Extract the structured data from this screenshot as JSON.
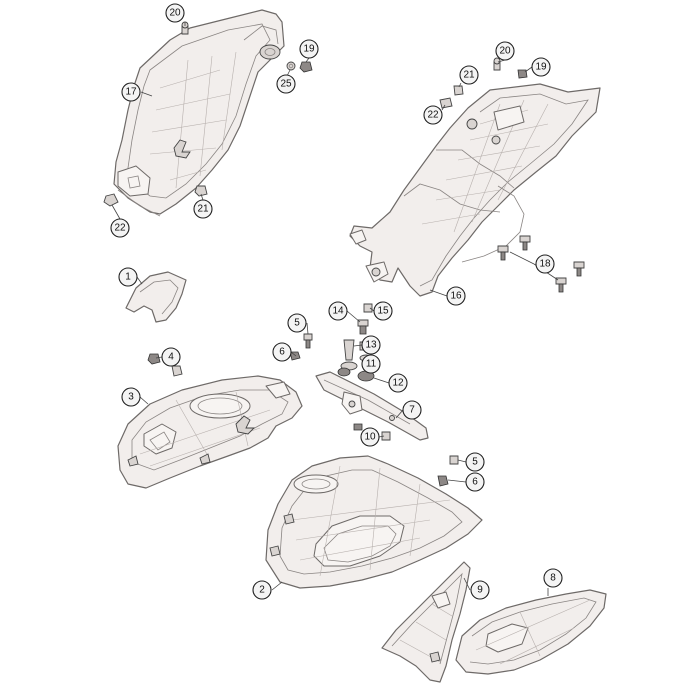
{
  "diagram": {
    "callouts": [
      {
        "id": "c20a",
        "label": "20"
      },
      {
        "id": "c19a",
        "label": "19"
      },
      {
        "id": "c25",
        "label": "25"
      },
      {
        "id": "c17",
        "label": "17"
      },
      {
        "id": "c21a",
        "label": "21"
      },
      {
        "id": "c22a",
        "label": "22"
      },
      {
        "id": "c20b",
        "label": "20"
      },
      {
        "id": "c19b",
        "label": "19"
      },
      {
        "id": "c21b",
        "label": "21"
      },
      {
        "id": "c22b",
        "label": "22"
      },
      {
        "id": "c18",
        "label": "18"
      },
      {
        "id": "c16",
        "label": "16"
      },
      {
        "id": "c1",
        "label": "1"
      },
      {
        "id": "c14",
        "label": "14"
      },
      {
        "id": "c15",
        "label": "15"
      },
      {
        "id": "c5a",
        "label": "5"
      },
      {
        "id": "c13",
        "label": "13"
      },
      {
        "id": "c6a",
        "label": "6"
      },
      {
        "id": "c4",
        "label": "4"
      },
      {
        "id": "c11",
        "label": "11"
      },
      {
        "id": "c12",
        "label": "12"
      },
      {
        "id": "c3",
        "label": "3"
      },
      {
        "id": "c7",
        "label": "7"
      },
      {
        "id": "c10",
        "label": "10"
      },
      {
        "id": "c5b",
        "label": "5"
      },
      {
        "id": "c6b",
        "label": "6"
      },
      {
        "id": "c8",
        "label": "8"
      },
      {
        "id": "c9",
        "label": "9"
      },
      {
        "id": "c2",
        "label": "2"
      }
    ]
  }
}
